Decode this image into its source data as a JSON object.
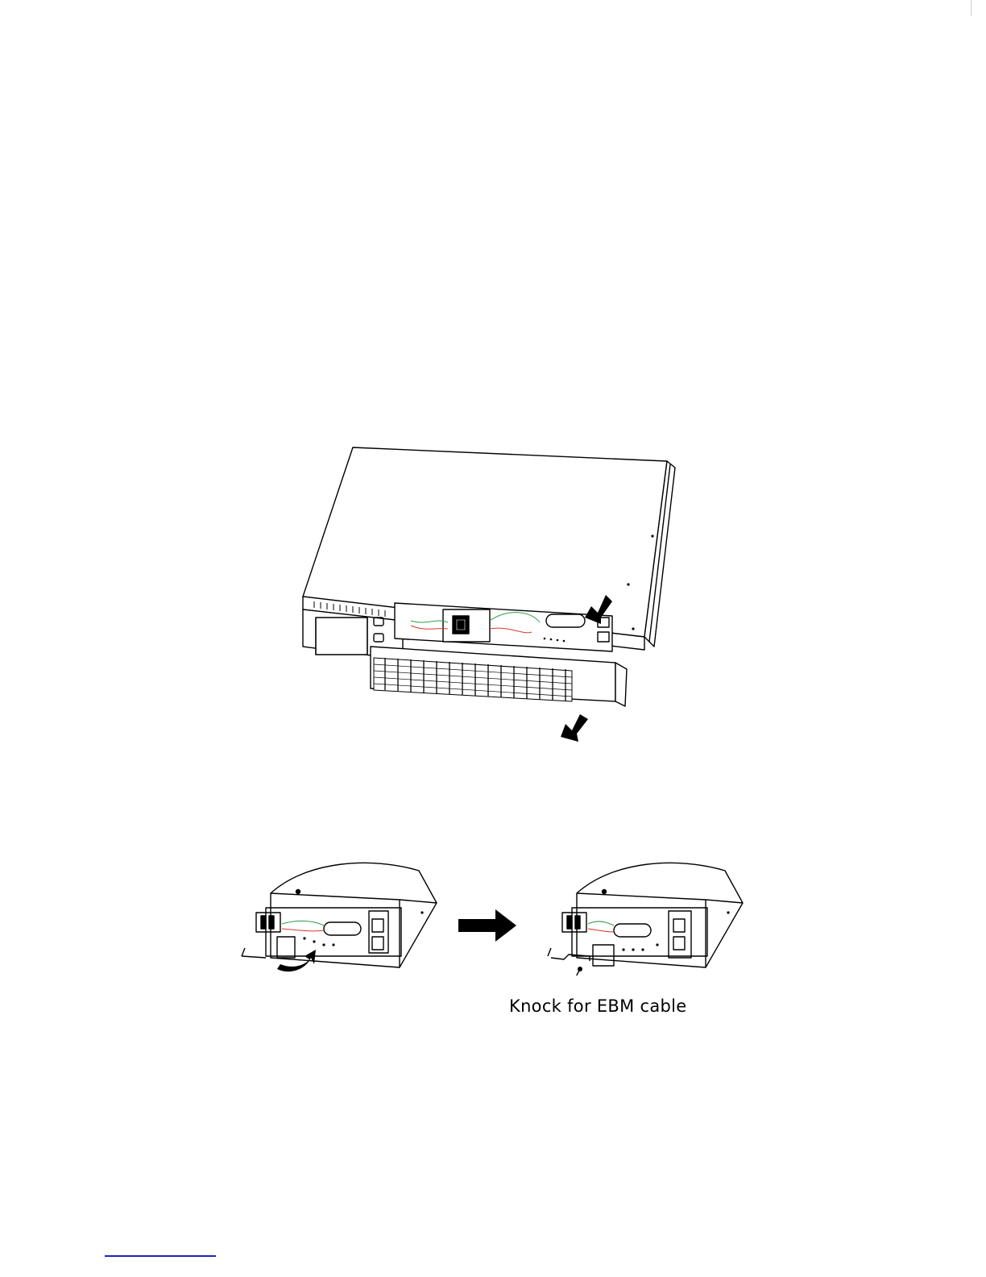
{
  "figures": {
    "ups_illustration": {
      "icon": "ups-front-panel-removal-drawing"
    },
    "panel_before": {
      "icon": "ups-panel-before-knockout-drawing"
    },
    "step_arrow": {
      "icon": "right-arrow-icon"
    },
    "panel_after": {
      "icon": "ups-panel-after-knockout-drawing"
    },
    "callout": {
      "label": "Knock for EBM cable"
    }
  },
  "colors": {
    "line": "#000000",
    "wire_green": "#2e9d4a",
    "wire_red": "#d83a2a",
    "footer_rule": "#2020c0"
  }
}
